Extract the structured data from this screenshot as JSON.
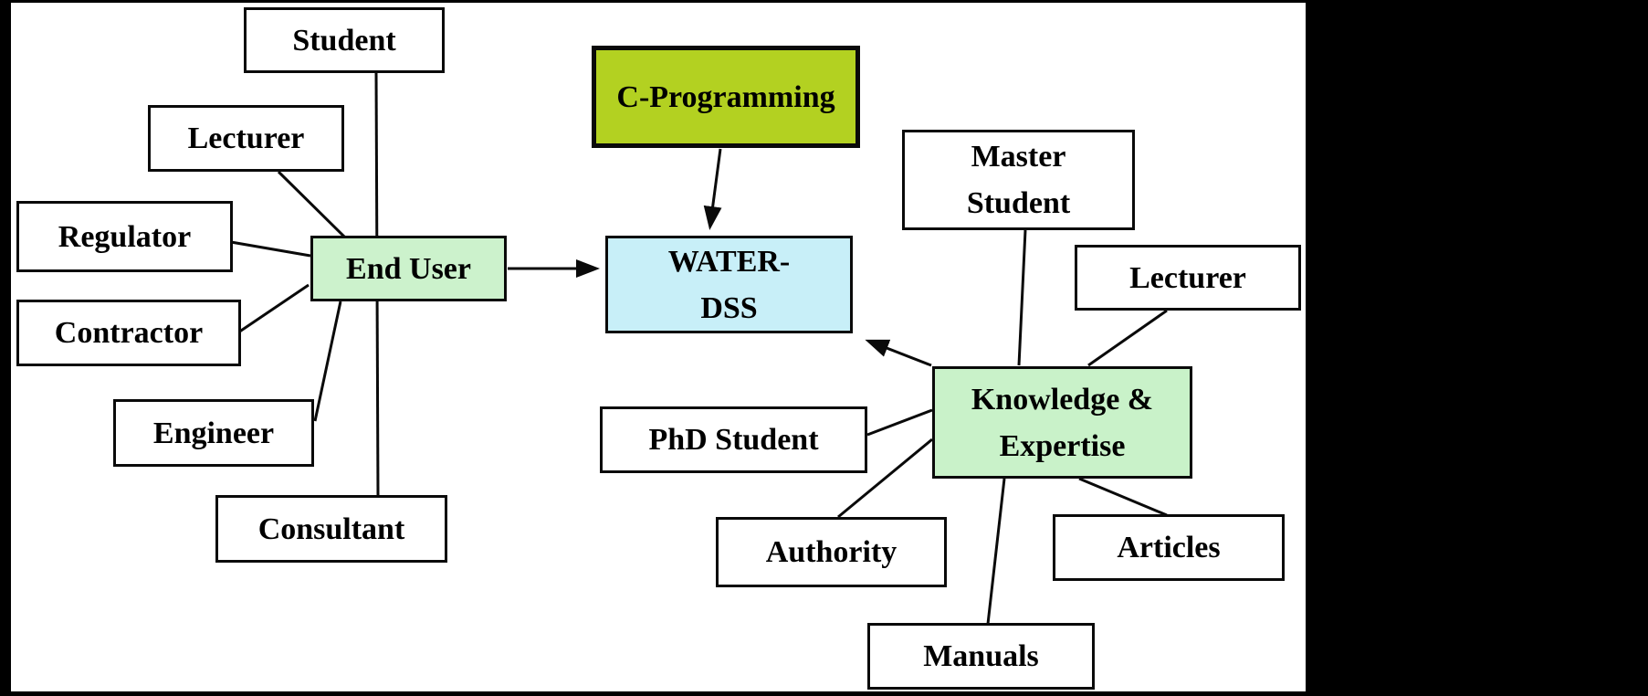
{
  "figure": {
    "description": "Concept diagram of WATER-DSS system inputs",
    "background": "#ffffff",
    "frame_color": "#000000",
    "line_color": "#0a0a0a"
  },
  "colors": {
    "end_user_fill": "#ccf2cc",
    "knowledge_fill": "#c9f2c9",
    "water_dss_fill": "#c8eff8",
    "c_programming_fill": "#b3d121",
    "plain_fill": "#ffffff"
  },
  "nodes": {
    "student": {
      "label": "Student"
    },
    "lecturer_left": {
      "label": "Lecturer"
    },
    "regulator": {
      "label": "Regulator"
    },
    "contractor": {
      "label": "Contractor"
    },
    "engineer": {
      "label": "Engineer"
    },
    "consultant": {
      "label": "Consultant"
    },
    "end_user": {
      "label": "End User",
      "fill": "#ccf2cc"
    },
    "c_programming": {
      "label": "C-Programming",
      "fill": "#b3d121"
    },
    "water_dss": {
      "line1": "WATER-",
      "line2": "DSS",
      "fill": "#c8eff8"
    },
    "master_student": {
      "line1": "Master",
      "line2": "Student"
    },
    "lecturer_right": {
      "label": "Lecturer"
    },
    "knowledge_expertise": {
      "line1": "Knowledge &",
      "line2": "Expertise",
      "fill": "#c9f2c9"
    },
    "phd_student": {
      "label": "PhD Student"
    },
    "authority": {
      "label": "Authority"
    },
    "articles": {
      "label": "Articles"
    },
    "manuals": {
      "label": "Manuals"
    }
  },
  "edges": [
    {
      "from": "Student",
      "to": "End User",
      "type": "line"
    },
    {
      "from": "Lecturer",
      "to": "End User",
      "type": "line"
    },
    {
      "from": "Regulator",
      "to": "End User",
      "type": "line"
    },
    {
      "from": "Contractor",
      "to": "End User",
      "type": "line"
    },
    {
      "from": "Engineer",
      "to": "End User",
      "type": "line"
    },
    {
      "from": "Consultant",
      "to": "End User",
      "type": "line"
    },
    {
      "from": "End User",
      "to": "WATER-DSS",
      "type": "arrow"
    },
    {
      "from": "C-Programming",
      "to": "WATER-DSS",
      "type": "arrow"
    },
    {
      "from": "Knowledge & Expertise",
      "to": "WATER-DSS",
      "type": "arrow"
    },
    {
      "from": "Master Student",
      "to": "Knowledge & Expertise",
      "type": "line"
    },
    {
      "from": "Lecturer",
      "to": "Knowledge & Expertise",
      "type": "line"
    },
    {
      "from": "PhD Student",
      "to": "Knowledge & Expertise",
      "type": "line"
    },
    {
      "from": "Authority",
      "to": "Knowledge & Expertise",
      "type": "line"
    },
    {
      "from": "Manuals",
      "to": "Knowledge & Expertise",
      "type": "line"
    },
    {
      "from": "Articles",
      "to": "Knowledge & Expertise",
      "type": "line"
    }
  ]
}
